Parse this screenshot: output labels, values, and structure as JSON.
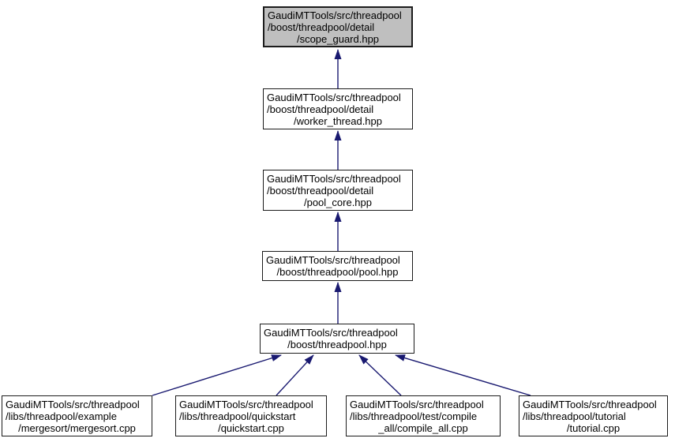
{
  "graph": {
    "kind": "include-dependency-graph",
    "colors": {
      "edge": "#191970",
      "node_border": "#1c1c1c",
      "node_fill": "#ffffff",
      "highlight_fill": "#bfbfbf",
      "text": "#000000",
      "background": "#ffffff"
    },
    "nodes": {
      "scope_guard": {
        "highlighted": true,
        "lines": [
          "GaudiMTTools/src/threadpool",
          "/boost/threadpool/detail",
          "/scope_guard.hpp"
        ]
      },
      "worker_thread": {
        "highlighted": false,
        "lines": [
          "GaudiMTTools/src/threadpool",
          "/boost/threadpool/detail",
          "/worker_thread.hpp"
        ]
      },
      "pool_core": {
        "highlighted": false,
        "lines": [
          "GaudiMTTools/src/threadpool",
          "/boost/threadpool/detail",
          "/pool_core.hpp"
        ]
      },
      "pool": {
        "highlighted": false,
        "lines": [
          "GaudiMTTools/src/threadpool",
          "/boost/threadpool/pool.hpp"
        ]
      },
      "threadpool": {
        "highlighted": false,
        "lines": [
          "GaudiMTTools/src/threadpool",
          "/boost/threadpool.hpp"
        ]
      },
      "mergesort": {
        "highlighted": false,
        "lines": [
          "GaudiMTTools/src/threadpool",
          "/libs/threadpool/example",
          "/mergesort/mergesort.cpp"
        ]
      },
      "quickstart": {
        "highlighted": false,
        "lines": [
          "GaudiMTTools/src/threadpool",
          "/libs/threadpool/quickstart",
          "/quickstart.cpp"
        ]
      },
      "compile_all": {
        "highlighted": false,
        "lines": [
          "GaudiMTTools/src/threadpool",
          "/libs/threadpool/test/compile",
          "_all/compile_all.cpp"
        ]
      },
      "tutorial": {
        "highlighted": false,
        "lines": [
          "GaudiMTTools/src/threadpool",
          "/libs/threadpool/tutorial",
          "/tutorial.cpp"
        ]
      }
    },
    "edges": [
      {
        "from": "worker_thread",
        "to": "scope_guard"
      },
      {
        "from": "pool_core",
        "to": "worker_thread"
      },
      {
        "from": "pool",
        "to": "pool_core"
      },
      {
        "from": "threadpool",
        "to": "pool"
      },
      {
        "from": "mergesort",
        "to": "threadpool"
      },
      {
        "from": "quickstart",
        "to": "threadpool"
      },
      {
        "from": "compile_all",
        "to": "threadpool"
      },
      {
        "from": "tutorial",
        "to": "threadpool"
      }
    ]
  }
}
